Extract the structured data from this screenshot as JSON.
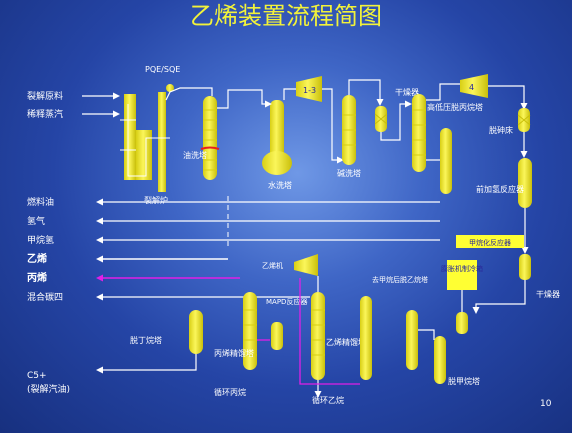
{
  "slide": {
    "title": "乙烯装置流程简图",
    "page_number": "10"
  },
  "labels": {
    "feed_oil": "裂解原料",
    "dilution_steam": "稀释蒸汽",
    "pqe_sqe": "PQE/SQE",
    "cracking_furnace": "裂解炉",
    "quench_oil_tower": "油洗塔",
    "quench_water_tower": "水洗塔",
    "caustic_tower": "碱洗塔",
    "dryer": "干燥器",
    "hp_lp_demethanizer": "高低压脱丙烷塔",
    "deethanizer": "脱砷床",
    "front_hydrogenation": "前加氢反应器",
    "methanation_reactor": "甲烷化反应器",
    "cold_box": "膨胀机制冷箱",
    "dryer_2": "干燥器",
    "demethanizer": "脱甲烷塔",
    "ethylene_fractionator": "乙烯精馏塔",
    "deethanizer_mid": "去甲烷后脱乙烷塔",
    "mapd_reactor": "MAPD反应器",
    "propylene_fractionator": "丙烯精馏塔",
    "debutanizer": "脱丁烷塔",
    "propylene_recycle": "循环丙烷",
    "ethane_recycle": "循环乙烷",
    "ethylene_compressor": "乙烯机",
    "compressor_1_3": "1-3",
    "compressor_4": "4"
  },
  "products": {
    "fuel_oil": "燃料油",
    "hydrogen": "氢气",
    "methane_hydrogen": "甲烷氢",
    "ethylene": "乙烯",
    "propylene": "丙烯",
    "mixed_c4": "混合碳四",
    "c5_plus": "C5+",
    "pyrolysis_gasoline": "(裂解汽油)"
  },
  "colors": {
    "vessel": "#f5ef2a",
    "pipe": "#ffffff",
    "ethylene_line": "#ffffff",
    "propylene_line": "#e11fe6",
    "title": "#f2f23a",
    "box_fill": "#ffff33",
    "box_text": "#2a2a9a"
  }
}
